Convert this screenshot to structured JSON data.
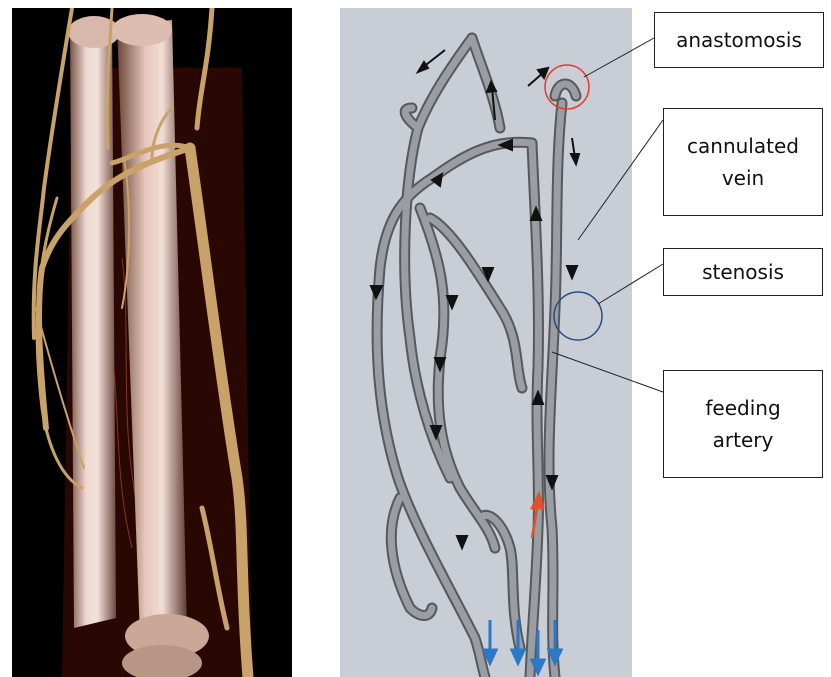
{
  "labels": {
    "anastomosis": "anastomosis",
    "cannulated_vein": "cannulated\nvein",
    "stenosis": "stenosis",
    "feeding_artery": "feeding\nartery"
  },
  "colors": {
    "ct_background": "#000000",
    "bone": "#e9d0c6",
    "vessel_ct": "#c8a268",
    "model_background": "#c9ced6",
    "vessel_model": "#8a8d92",
    "flow_arrow": "#111111",
    "venous_outflow_arrow": "#2a78c8",
    "arterial_inflow_arrow": "#e0502a",
    "anastomosis_circle": "#e04030",
    "stenosis_circle": "#2a4a8a"
  },
  "icons": {
    "flow_direction": "arrow",
    "anastomosis_marker": "circle",
    "stenosis_marker": "circle"
  }
}
